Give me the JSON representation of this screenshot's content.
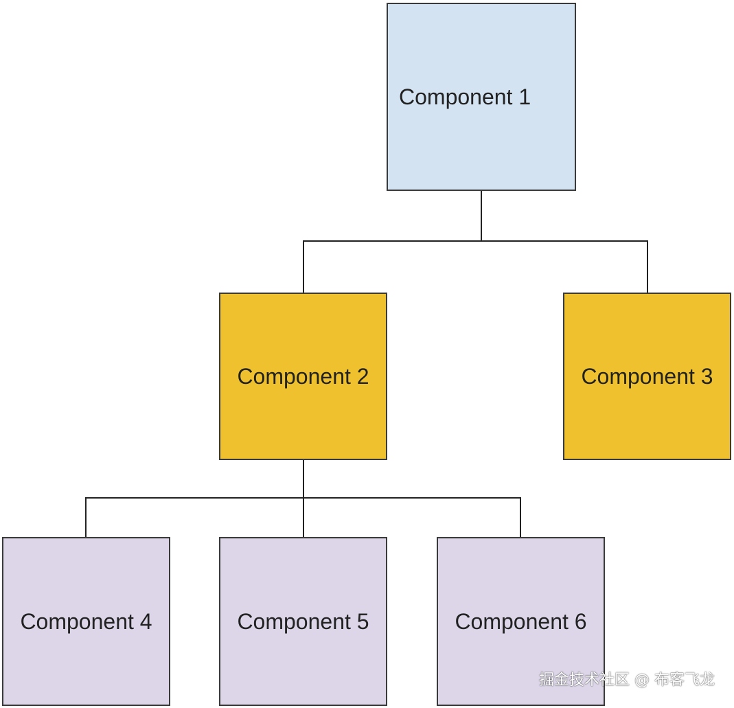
{
  "colors": {
    "level1_fill": "#d3e3f2",
    "level2_fill": "#efc12e",
    "level3_fill": "#dcd6e8",
    "border": "#3a3a3a",
    "connector": "#222222"
  },
  "nodes": [
    {
      "id": "component-1",
      "label": "Component 1",
      "level": 1
    },
    {
      "id": "component-2",
      "label": "Component 2",
      "level": 2
    },
    {
      "id": "component-3",
      "label": "Component 3",
      "level": 2
    },
    {
      "id": "component-4",
      "label": "Component 4",
      "level": 3
    },
    {
      "id": "component-5",
      "label": "Component 5",
      "level": 3
    },
    {
      "id": "component-6",
      "label": "Component 6",
      "level": 3
    }
  ],
  "edges": [
    {
      "from": "component-1",
      "to": "component-2"
    },
    {
      "from": "component-1",
      "to": "component-3"
    },
    {
      "from": "component-2",
      "to": "component-4"
    },
    {
      "from": "component-2",
      "to": "component-5"
    },
    {
      "from": "component-2",
      "to": "component-6"
    }
  ],
  "watermark": "掘金技术社区 @ 布客飞龙"
}
